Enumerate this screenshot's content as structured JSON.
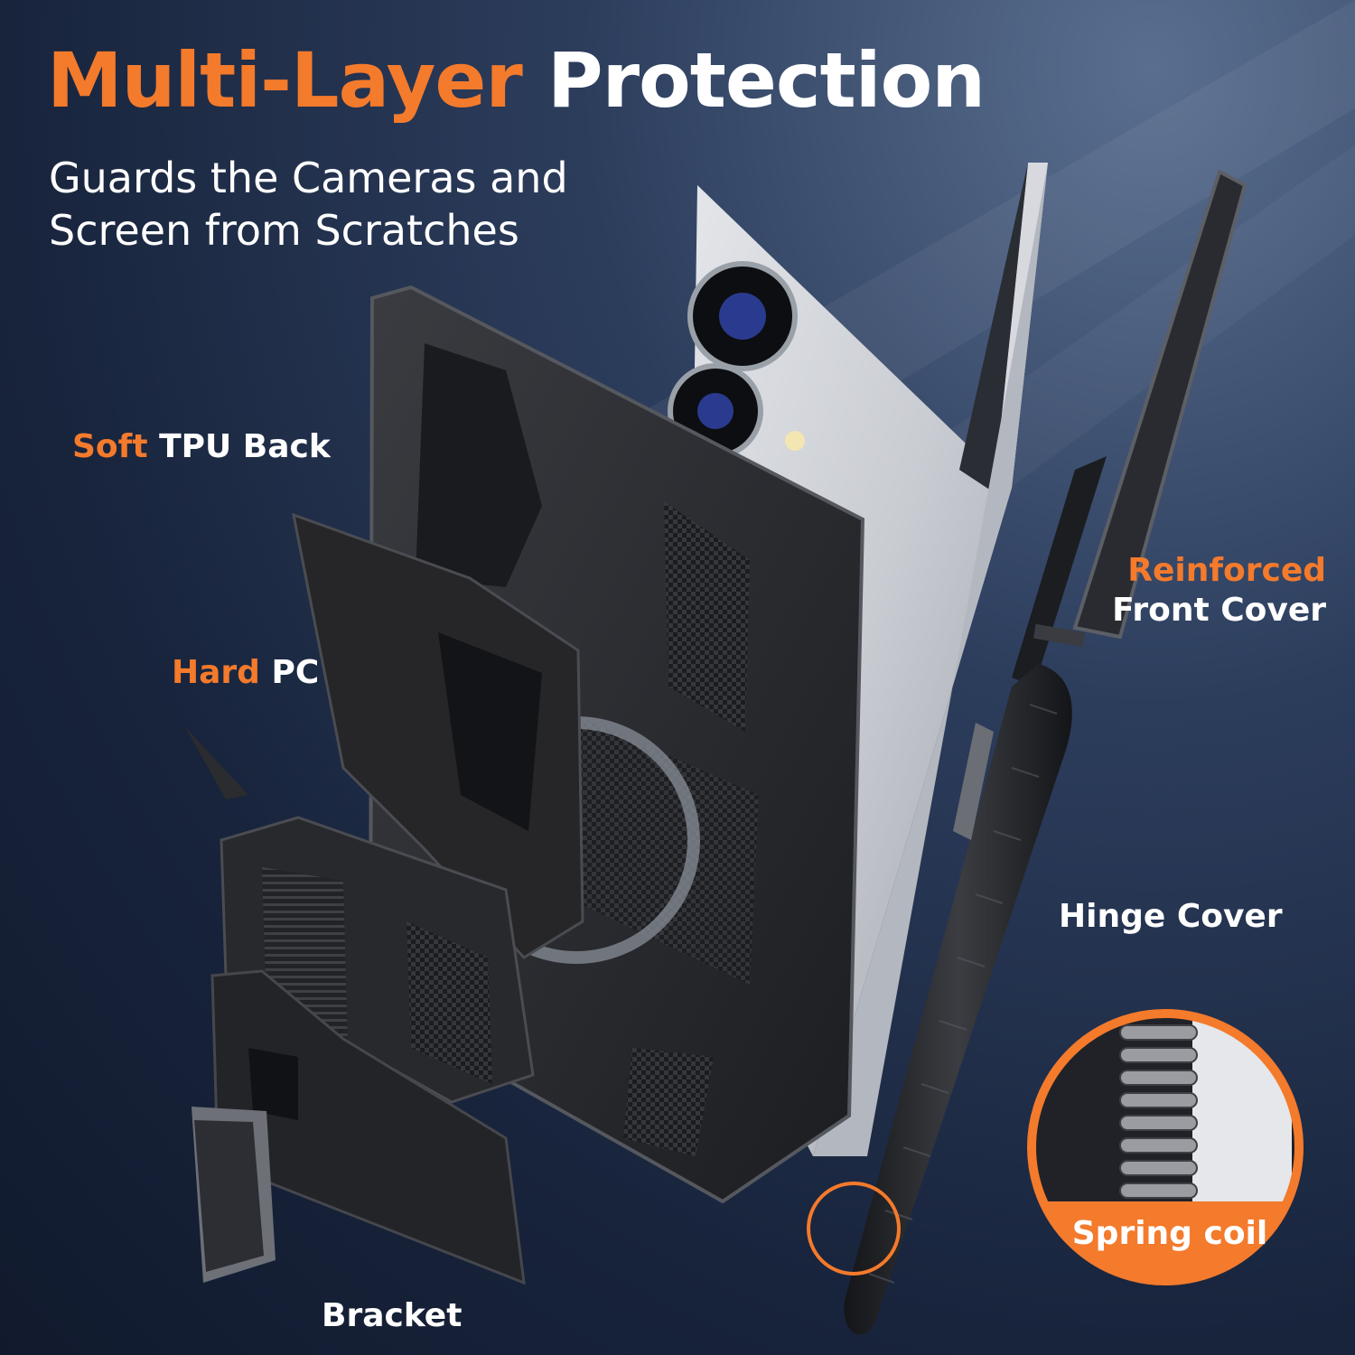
{
  "headline": {
    "accent": "Multi-Layer",
    "rest": "Protection"
  },
  "subtitle": "Guards the Cameras and Screen from Scratches",
  "labels": {
    "tpu": {
      "accent": "Soft",
      "rest": "TPU Back"
    },
    "pc": {
      "accent": "Hard",
      "rest": "PC"
    },
    "front": {
      "accent": "Reinforced",
      "rest": "Front Cover"
    },
    "hinge": "Hinge Cover",
    "bracket": "Bracket",
    "zoom": "Spring coil"
  },
  "colors": {
    "accent": "#f47a2c",
    "text": "#ffffff",
    "background": "#1c2a44"
  },
  "icons": [
    "zoom-circle-icon",
    "screw-icon"
  ]
}
